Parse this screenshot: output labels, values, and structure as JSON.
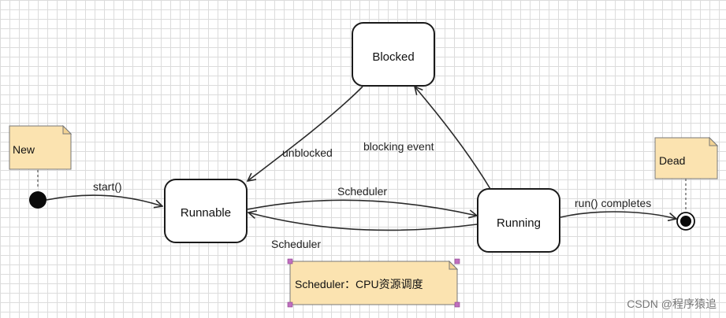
{
  "states": {
    "blocked": "Blocked",
    "runnable": "Runnable",
    "running": "Running"
  },
  "notes": {
    "new": "New",
    "dead": "Dead",
    "scheduler_note": "Scheduler：CPU资源调度"
  },
  "transitions": {
    "start": "start()",
    "unblocked": "unblocked",
    "blocking_event": "blocking event",
    "scheduler_to_running": "Scheduler",
    "scheduler_to_runnable": "Scheduler",
    "run_completes": "run() completes"
  },
  "watermark": "CSDN @程序猿追",
  "colors": {
    "note_fill": "#fbe3b0",
    "grid": "#dcdcdc"
  }
}
